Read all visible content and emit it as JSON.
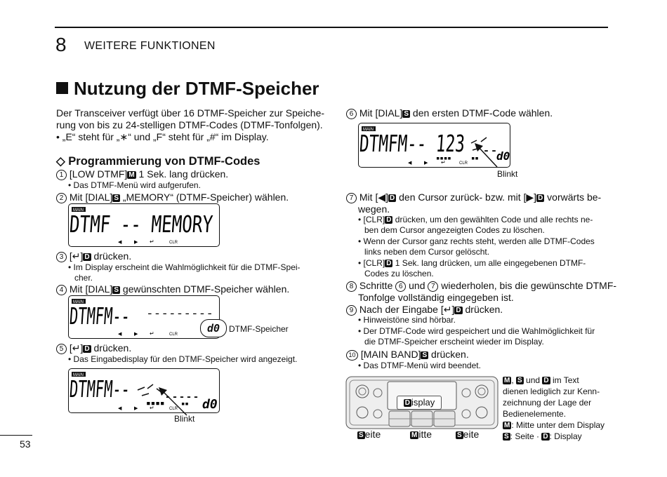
{
  "header": {
    "chapter_number": "8",
    "chapter_title": "WEITERE FUNKTIONEN"
  },
  "section_title": "Nutzung der DTMF-Speicher",
  "intro": [
    "Der Transceiver verfügt über 16 DTMF-Speicher zur Speiche-",
    "rung von bis zu 24-stelligen DTMF-Codes (DTMF-Tonfolgen).",
    "• „E“ steht für „∗“ und „F“ steht für „#“ im Display."
  ],
  "subsection_title": "Programmierung von DTMF-Codes",
  "steps_left": {
    "s1": {
      "num": "1",
      "pre": "[LOW DTMF]",
      "key": "M",
      "post": " 1 Sek. lang drücken.",
      "note": "Das DTMF-Menü wird aufgerufen."
    },
    "s2": {
      "num": "2",
      "pre": "Mit [DIAL]",
      "key": "S",
      "post": " „MEMORY“ (DTMF-Speicher) wählen."
    },
    "s3": {
      "num": "3",
      "pre": "[↵]",
      "key": "D",
      "post": " drücken.",
      "note1": "Im Display erscheint die Wahlmöglichkeit für die DTMF-Spei-",
      "note2": "cher."
    },
    "s4": {
      "num": "4",
      "pre": "Mit [DIAL]",
      "key": "S",
      "post": " gewünschten DTMF-Speicher wählen."
    },
    "s5": {
      "num": "5",
      "pre": "[↵]",
      "key": "D",
      "post": " drücken.",
      "note": "Das Eingabedisplay für den DTMF-Speicher wird angezeigt."
    }
  },
  "steps_right": {
    "s6": {
      "num": "6",
      "pre": "Mit [DIAL]",
      "key": "S",
      "post": " den ersten DTMF-Code wählen."
    },
    "s7": {
      "num": "7",
      "l1a": "Mit [◀]",
      "key": "D",
      "l1b": " den Cursor zurück- bzw. mit [▶]",
      "l1c": " vorwärts be-",
      "l2": "wegen.",
      "n1a": "[CLR]",
      "n1b": " drücken, um den gewählten Code und alle rechts ne-",
      "n1c": "ben dem Cursor angezeigten Codes zu löschen.",
      "n2a": "Wenn der Cursor ganz rechts steht, werden alle DTMF-Codes",
      "n2b": "links neben dem Cursor gelöscht.",
      "n3a": "[CLR]",
      "n3b": " 1 Sek. lang drücken, um alle eingegebenen DTMF-",
      "n3c": "Codes zu löschen."
    },
    "s8": {
      "num": "8",
      "l1a": "Schritte ",
      "c6": "6",
      "mid": " und ",
      "c7": "7",
      "l1b": " wiederholen, bis die gewünschte DTMF-",
      "l2": "Tonfolge vollständig eingegeben ist."
    },
    "s9": {
      "num": "9",
      "pre": "Nach der Eingabe [↵]",
      "key": "D",
      "post": " drücken.",
      "n1": "Hinweistöne sind hörbar.",
      "n2a": "Der DTMF-Code wird gespeichert und die Wahlmöglichkeit für",
      "n2b": "die DTMF-Speicher erscheint wieder im Display."
    },
    "s10": {
      "num": "10",
      "pre": "[MAIN BAND]",
      "key": "S",
      "post": " drücken.",
      "note": "Das DTMF-Menü wird beendet."
    }
  },
  "displays": {
    "d1": {
      "mode_badge": "MAIN",
      "text": "DTMF -- MEMORY",
      "clr": "CLR"
    },
    "d2": {
      "mode_badge": "MAIN",
      "text": "DTMFM--",
      "dashes": "---------",
      "channel": "d0",
      "label": "DTMF-Speicher",
      "clr": "CLR"
    },
    "d3": {
      "mode_badge": "MAIN",
      "text": "DTMFM--",
      "dashes": "-----",
      "channel": "d0",
      "label": "Blinkt",
      "clr": "CLR"
    },
    "d4": {
      "mode_badge": "MAIN",
      "text": "DTMFM-- 123",
      "dashes": "--",
      "channel": "d0",
      "label": "Blinkt",
      "clr": "CLR"
    }
  },
  "radio_figure": {
    "display_key": "D",
    "display_label": "isplay",
    "left_key": "S",
    "left_label": "eite",
    "mid_key": "M",
    "mid_label": "itte",
    "right_key": "S",
    "right_label": "eite"
  },
  "legend": {
    "k1": "M",
    "k2": "S",
    "und": " und ",
    "k3": "D",
    "t1": " im Text",
    "l2": "dienen lediglich zur Kenn-",
    "l3": "zeichnung der Lage der",
    "l4": "Bedienelemente.",
    "m_key": "M",
    "m_text": ": Mitte unter dem Display",
    "s_key": "S",
    "s_text": ": Seite ·",
    "d_key": "D",
    "d_text": ": Display"
  },
  "page_number": "53"
}
